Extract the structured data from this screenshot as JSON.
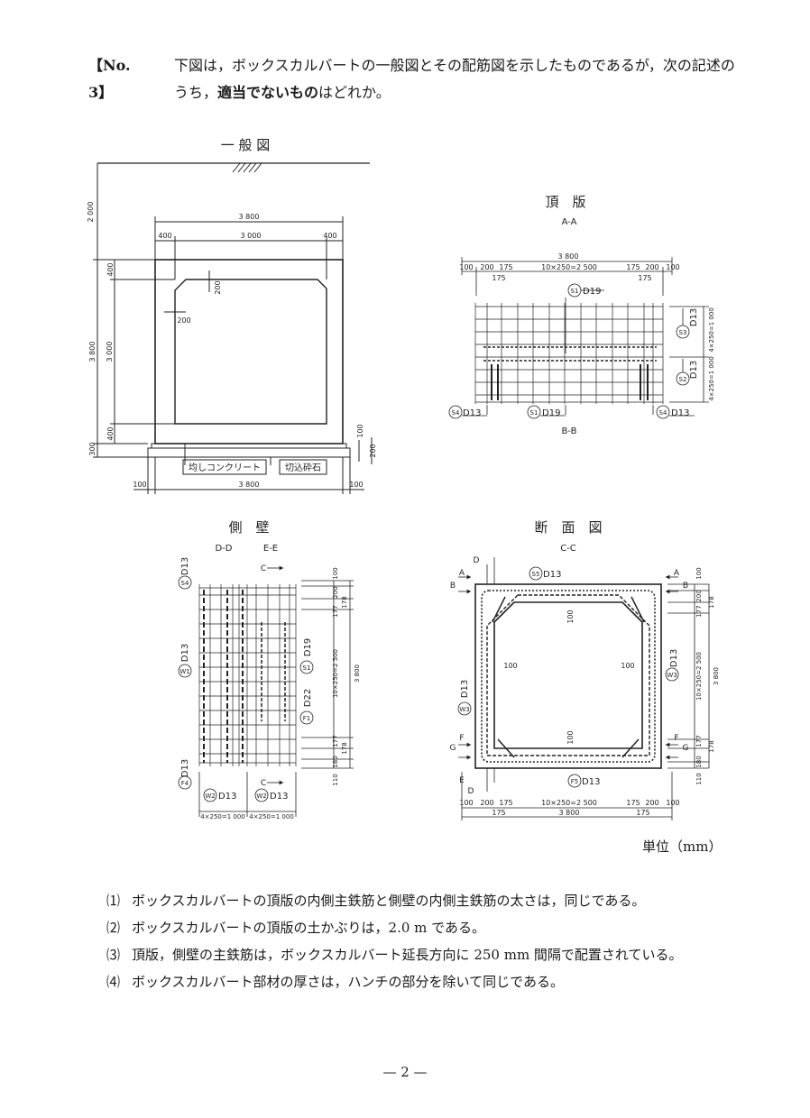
{
  "question": {
    "number": "【No.　 3】",
    "line1": "下図は，ボックスカルバートの一般図とその配筋図を示したものであるが，次の記述の",
    "line2_prefix": "うち，",
    "line2_bold": "適当でないもの",
    "line2_suffix": "はどれか。"
  },
  "figures": {
    "general": {
      "title": "一 般 図",
      "dim_2000": "2 000",
      "dim_3800_top": "3 800",
      "dim_400_l": "400",
      "dim_3000_top": "3 000",
      "dim_400_r": "400",
      "dim_400_v1": "400",
      "dim_200_v": "200",
      "dim_200_h": "200",
      "dim_3800_left": "3 800",
      "dim_3000_left": "3 000",
      "dim_400_v2": "400",
      "dim_100_r": "100",
      "dim_200_r": "200",
      "dim_300": "300",
      "label_leveling": "均しコンクリート",
      "label_gravel": "切込砕石",
      "dim_100_bl": "100",
      "dim_3800_bottom": "3 800",
      "dim_100_br": "100"
    },
    "top_slab": {
      "title": "頂　版",
      "subtitle": "A-A",
      "bottom_label": "B-B",
      "dim_3800": "3 800",
      "dims_row": [
        "100",
        "200",
        "175",
        "10×250=2 500",
        "175",
        "200",
        "100"
      ],
      "dim_175_l": "175",
      "dim_175_r": "175",
      "bar_s1_top": "S1",
      "bar_s1_top_size": "D19",
      "bar_s3": "S3",
      "bar_s3_size": "D13",
      "bar_s2": "S2",
      "bar_s2_size": "D13",
      "bar_s4_l": "S4",
      "bar_s4_l_size": "D13",
      "bar_s1_bot": "S1",
      "bar_s1_bot_size": "D19",
      "bar_s4_r": "S4",
      "bar_s4_r_size": "D13",
      "dim_v1": "4×250=1 000",
      "dim_v2": "4×250=1 000"
    },
    "side_wall": {
      "title": "側　壁",
      "subtitle_l": "D-D",
      "subtitle_r": "E-E",
      "mark_c_top": "C",
      "mark_c_bot": "C",
      "bar_s4": "S4",
      "bar_s4_size": "D13",
      "bar_w1": "W1",
      "bar_w1_size": "D13",
      "bar_f4": "F4",
      "bar_f4_size": "D13",
      "bar_s1": "S1",
      "bar_s1_size": "D19",
      "bar_f1": "F1",
      "bar_f1_size": "D22",
      "bar_w2_l": "W2",
      "bar_w2_l_size": "D13",
      "bar_w2_r": "W2",
      "bar_w2_r_size": "D13",
      "dim_bot_l": "4×250=1 000",
      "dim_bot_r": "4×250=1 000",
      "dims_right": [
        "100",
        "200",
        "177",
        "10×250=2 500",
        "177",
        "180",
        "110"
      ],
      "dim_178_t": "178",
      "dim_178_b": "178",
      "dim_3800": "3 800"
    },
    "section": {
      "title": "断　面　図",
      "subtitle": "C-C",
      "mark_d": "D",
      "mark_a_l": "A",
      "mark_b_l": "B",
      "mark_a_r": "A",
      "mark_b_r": "B",
      "mark_f_l": "F",
      "mark_g_l": "G",
      "mark_f_r": "F",
      "mark_g_r": "G",
      "mark_e": "E",
      "mark_d_b": "D",
      "bar_s5": "S5",
      "bar_s5_size": "D13",
      "bar_w3_r": "W3",
      "bar_w3_r_size": "D13",
      "bar_w3_l": "W3",
      "bar_w3_l_size": "D13",
      "bar_f5": "F5",
      "bar_f5_size": "D13",
      "dim_100_top": "100",
      "dim_100_left": "100",
      "dim_100_right": "100",
      "dim_100_bottom": "100",
      "dims_right": [
        "100",
        "200",
        "177",
        "10×250=2 500",
        "177",
        "180",
        "110"
      ],
      "dim_178_t": "178",
      "dim_178_b": "178",
      "dim_3800_v": "3 800",
      "dims_bottom": [
        "100",
        "200",
        "175",
        "10×250=2 500",
        "175",
        "200",
        "100"
      ],
      "dim_175_l": "175",
      "dim_175_r": "175",
      "dim_3800_h": "3 800"
    }
  },
  "unit_label": "単位（mm）",
  "choices": [
    {
      "num": "⑴",
      "text": "ボックスカルバートの頂版の内側主鉄筋と側壁の内側主鉄筋の太さは，同じである。"
    },
    {
      "num": "⑵",
      "text": "ボックスカルバートの頂版の土かぶりは，2.0 m である。"
    },
    {
      "num": "⑶",
      "text": "頂版，側壁の主鉄筋は，ボックスカルバート延長方向に 250 mm 間隔で配置されている。"
    },
    {
      "num": "⑷",
      "text": "ボックスカルバート部材の厚さは，ハンチの部分を除いて同じである。"
    }
  ],
  "page_number": "— 2 —"
}
